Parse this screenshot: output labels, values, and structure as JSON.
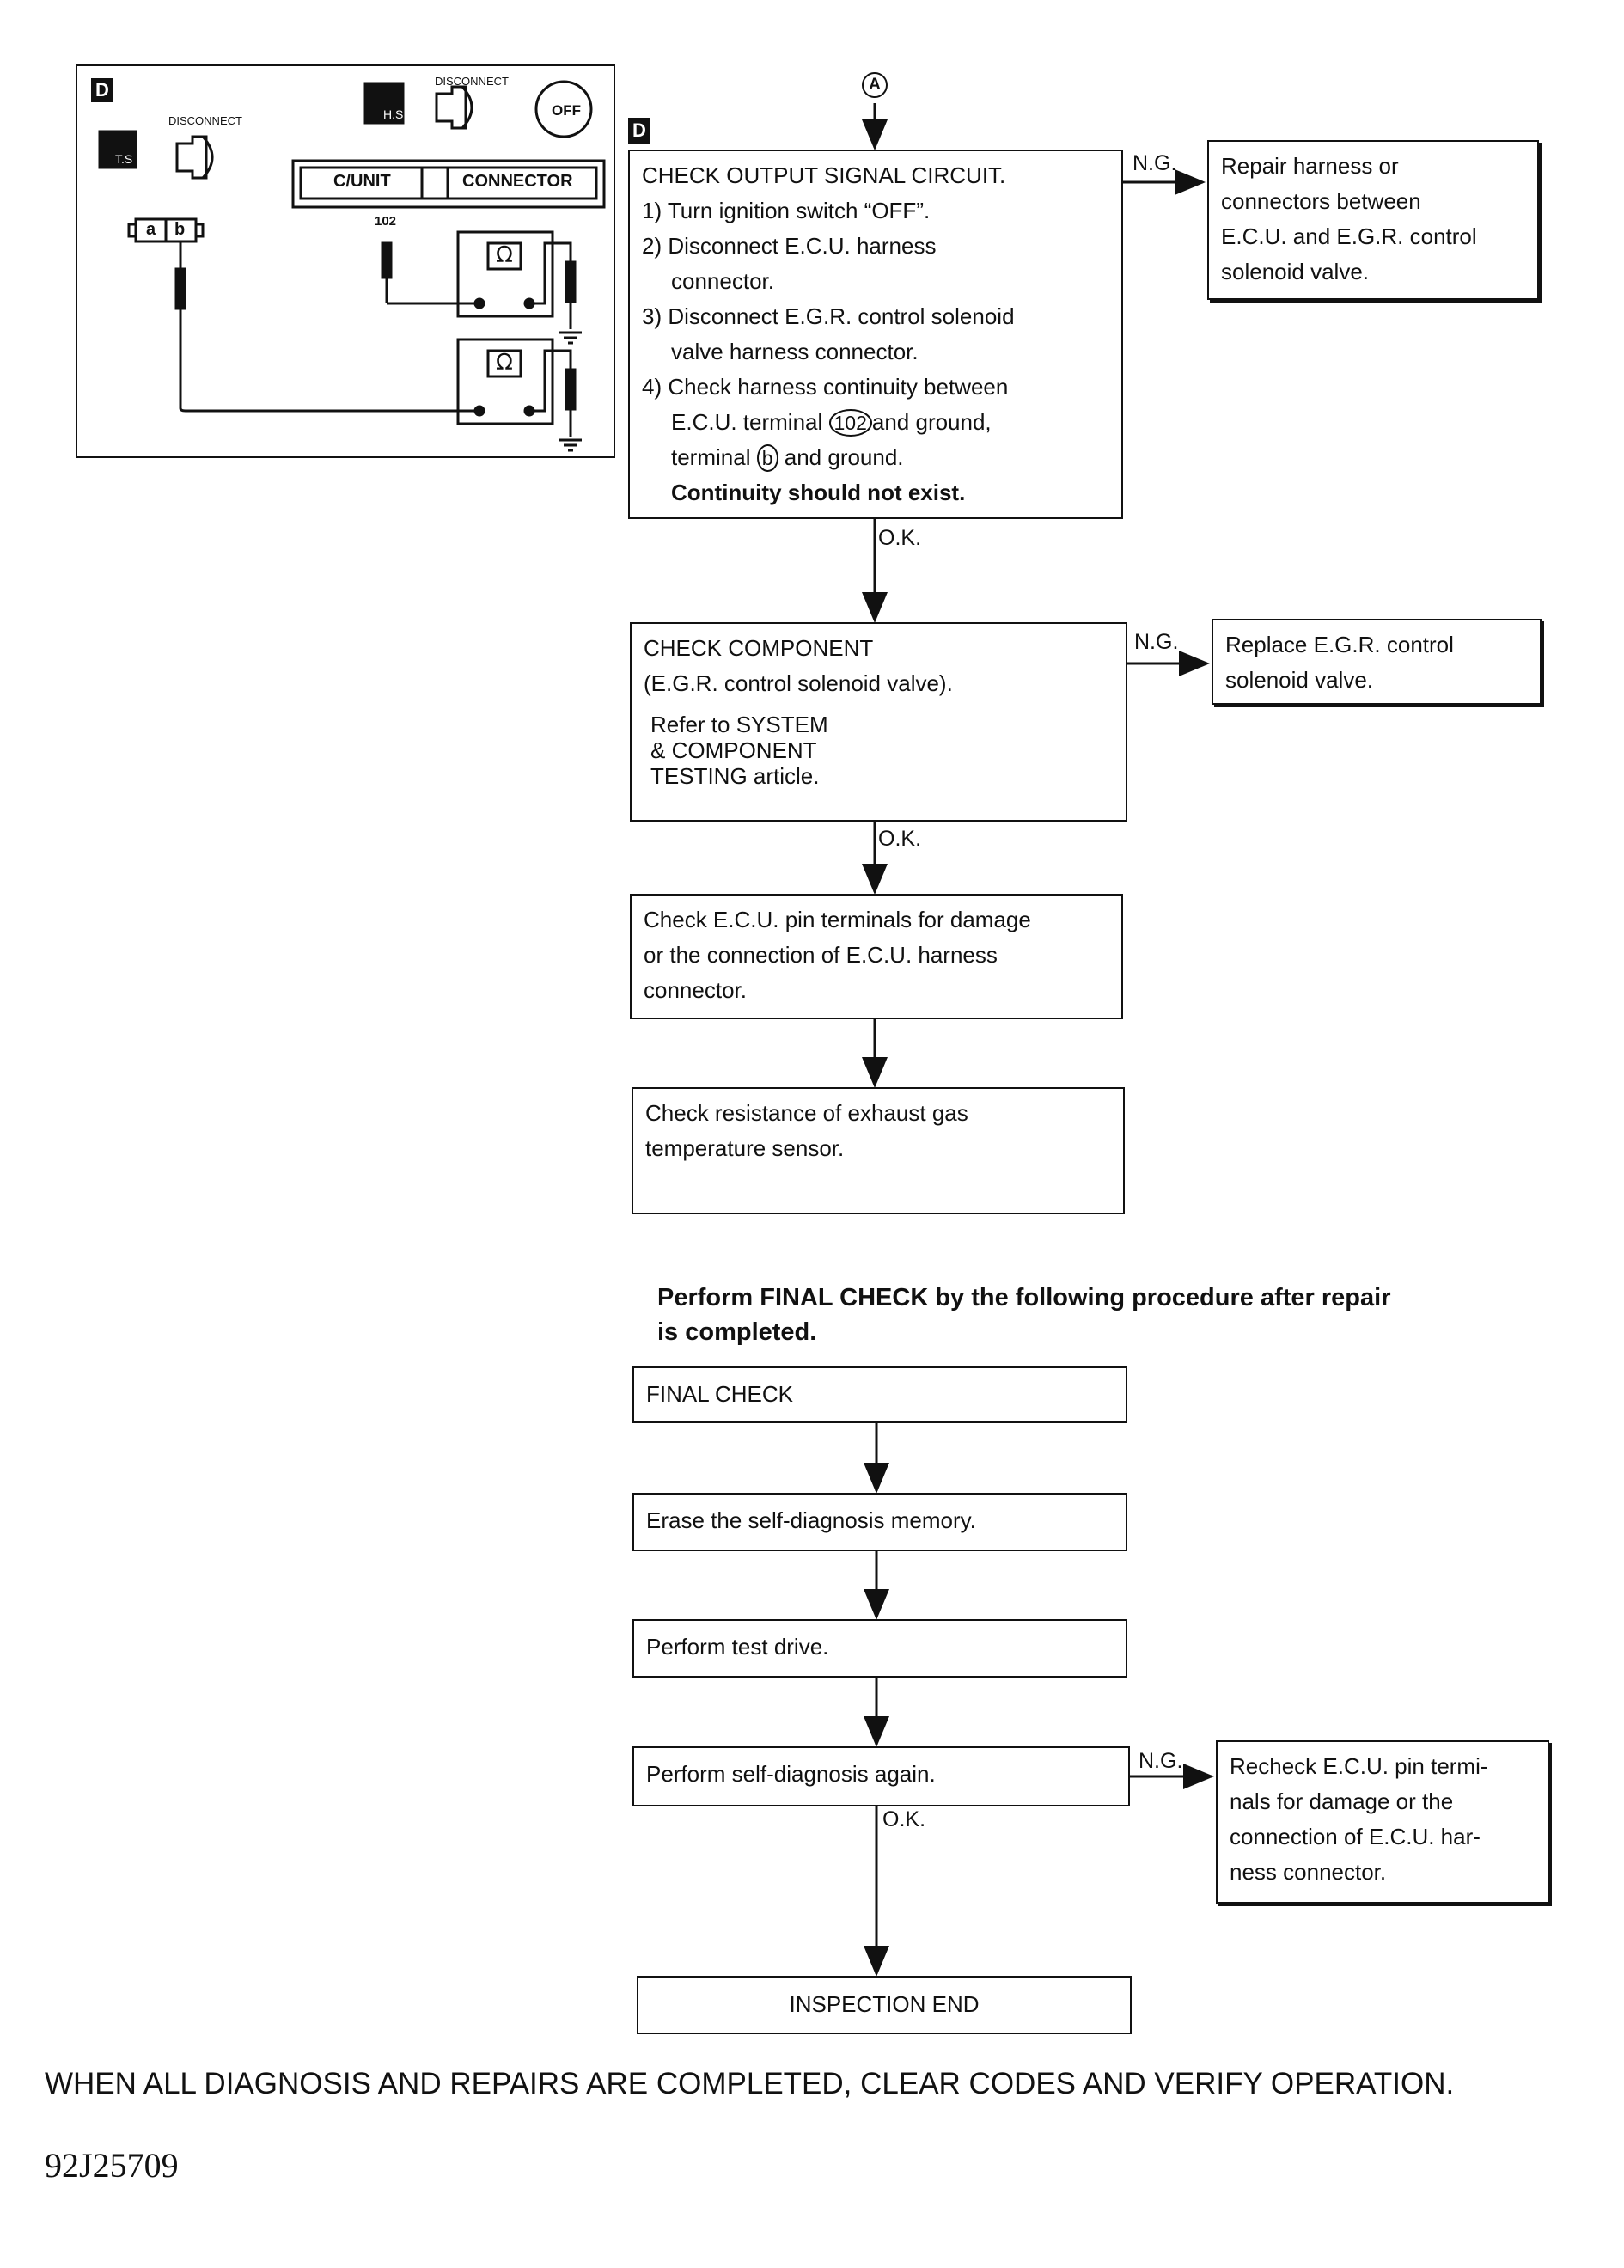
{
  "connector_label": "A",
  "illustration": {
    "marker": "D",
    "disconnect_left": "DISCONNECT",
    "disconnect_right": "DISCONNECT",
    "icon_ts": "T.S",
    "icon_hs": "H.S",
    "key_off": "OFF",
    "cunit": "C/UNIT",
    "connector": "CONNECTOR",
    "pin_102": "102",
    "pin_a": "a",
    "pin_b": "b",
    "ohm": "Ω"
  },
  "flow": {
    "marker": "D",
    "check_output": {
      "title": "CHECK OUTPUT SIGNAL CIRCUIT.",
      "l1": "1) Turn ignition switch “OFF”.",
      "l2": "2) Disconnect E.C.U. harness",
      "l2b": "connector.",
      "l3": "3) Disconnect E.G.R. control solenoid",
      "l3b": "valve harness connector.",
      "l4": "4) Check harness continuity between",
      "l4b_pre": "E.C.U. terminal",
      "l4b_num": "102",
      "l4b_post": "and ground,",
      "l4c_pre": "terminal",
      "l4c_letter": "b",
      "l4c_post": "and ground.",
      "l5": "Continuity should not exist."
    },
    "repair_harness": {
      "l1": "Repair harness or",
      "l2": "connectors between",
      "l3": "E.C.U. and E.G.R. control",
      "l4": "solenoid valve."
    },
    "check_component": {
      "l1": "CHECK COMPONENT",
      "l2": "(E.G.R. control solenoid valve).",
      "l3": "Refer to SYSTEM",
      "l4": "& COMPONENT",
      "l5": "TESTING article."
    },
    "replace_valve": {
      "l1": "Replace E.G.R. control",
      "l2": "solenoid valve."
    },
    "check_pins": {
      "l1": "Check E.C.U. pin terminals for damage",
      "l2": "or the connection of E.C.U. harness",
      "l3": "connector."
    },
    "check_resistance": {
      "l1": "Check resistance of exhaust gas",
      "l2": "temperature sensor."
    },
    "ng": "N.G.",
    "ok": "O.K."
  },
  "final": {
    "heading1": "Perform FINAL CHECK by the following procedure after repair",
    "heading2": "is completed.",
    "final_check": "FINAL CHECK",
    "erase": "Erase the self-diagnosis memory.",
    "test_drive": "Perform test drive.",
    "self_diag": "Perform self-diagnosis again.",
    "recheck": {
      "l1": "Recheck E.C.U. pin termi-",
      "l2": "nals for damage or the",
      "l3": "connection of E.C.U. har-",
      "l4": "ness connector."
    },
    "end": "INSPECTION END"
  },
  "footer": "WHEN ALL DIAGNOSIS AND REPAIRS ARE COMPLETED, CLEAR CODES AND VERIFY OPERATION.",
  "figure_id": "92J25709"
}
